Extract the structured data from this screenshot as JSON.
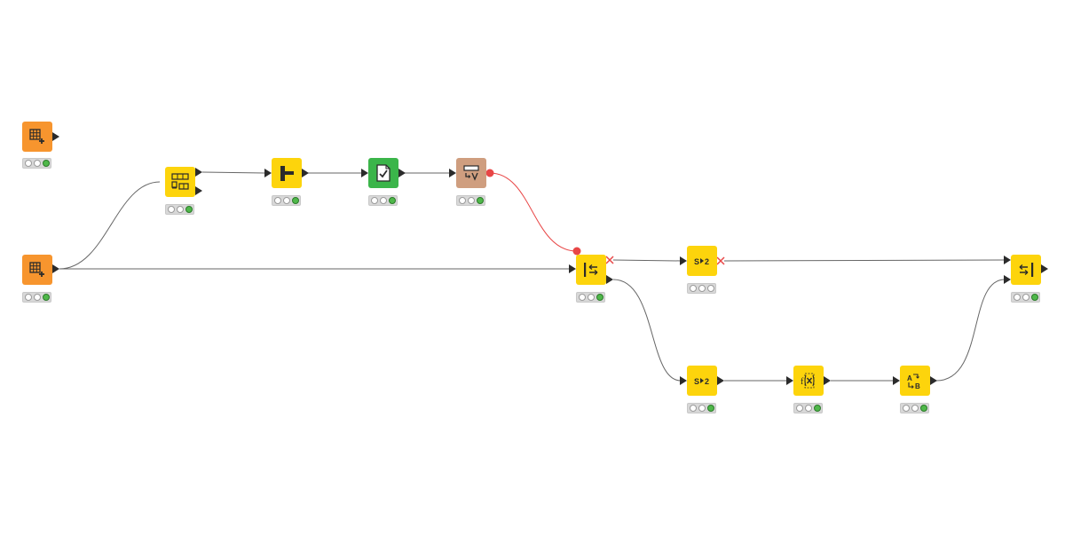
{
  "colors": {
    "source": "#f7952e",
    "manipulator": "#fdd40c",
    "predictor": "#3bb54a",
    "other": "#cf9e7f",
    "wire": "#666666",
    "inactive_wire": "#e84646",
    "port": "#2b2b2b",
    "status_green": "#4fb84a"
  },
  "nodes": [
    {
      "id": "table-creator-top",
      "kind": "source",
      "icon": "table-plus-icon",
      "status": "green"
    },
    {
      "id": "table-creator-bottom",
      "kind": "source",
      "icon": "table-plus-icon",
      "status": "green"
    },
    {
      "id": "table-splitter",
      "kind": "manipulator",
      "icon": "table-split-icon",
      "status": "green"
    },
    {
      "id": "column-filter",
      "kind": "manipulator",
      "icon": "column-filter-icon",
      "status": "green"
    },
    {
      "id": "validator",
      "kind": "predictor",
      "icon": "document-check-icon",
      "status": "green"
    },
    {
      "id": "table-to-variable",
      "kind": "other",
      "icon": "table-to-variable-icon",
      "status": "green"
    },
    {
      "id": "if-switch",
      "kind": "manipulator",
      "icon": "if-switch-icon",
      "status": "green"
    },
    {
      "id": "string-to-number-top",
      "kind": "manipulator",
      "icon": "string-to-number-icon",
      "label": "S▸2",
      "status": "none"
    },
    {
      "id": "string-to-number-bottom",
      "kind": "manipulator",
      "icon": "string-to-number-icon",
      "label": "S▸2",
      "status": "green"
    },
    {
      "id": "math-formula",
      "kind": "manipulator",
      "icon": "function-icon",
      "label": "f(x)",
      "status": "green"
    },
    {
      "id": "column-rename",
      "kind": "manipulator",
      "icon": "rename-icon",
      "label": "A→B",
      "status": "green"
    },
    {
      "id": "end-if",
      "kind": "manipulator",
      "icon": "end-if-icon",
      "status": "green"
    }
  ]
}
